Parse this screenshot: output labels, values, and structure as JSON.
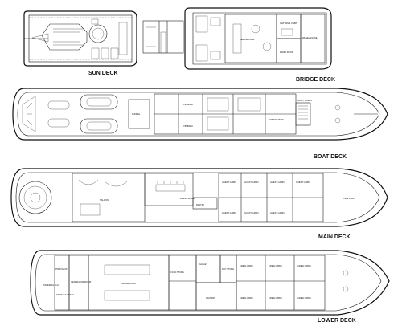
{
  "decks": {
    "sun": {
      "title": "SUN DECK"
    },
    "bridge": {
      "title": "BRIDGE DECK",
      "rooms": [
        "VERANDA BAR",
        "CAPTAIN'S CABIN",
        "WHEELHOUSE",
        "RADIO ROOM"
      ]
    },
    "boat": {
      "title": "BOAT DECK",
      "rooms": [
        "FUNNEL",
        "VIP BATH",
        "VIP BATH",
        "OWNERS BATH",
        "FRONT STAIRS"
      ]
    },
    "main": {
      "title": "MAIN DECK",
      "rooms": [
        "SALOON",
        "DINING ROOM",
        "PANTRY",
        "GUEST CABIN",
        "GUEST CABIN",
        "GUEST CABIN",
        "GUEST CABIN",
        "GUEST CABIN",
        "GUEST CABIN",
        "GUEST CABIN",
        "FORE PEAK"
      ]
    },
    "lower": {
      "title": "LOWER DECK",
      "rooms": [
        "STEERING FLAT",
        "WORKSHOP",
        "STORAGE SPACE",
        "GENERATOR ROOM",
        "ENGINE ROOM",
        "COLD STORE",
        "GALLEY",
        "DRY STORE",
        "CREW CABIN",
        "CREW CABIN",
        "CREW CABIN",
        "CREW CABIN",
        "CREW CABIN",
        "CREW CABIN",
        "LAUNDRY"
      ]
    }
  }
}
